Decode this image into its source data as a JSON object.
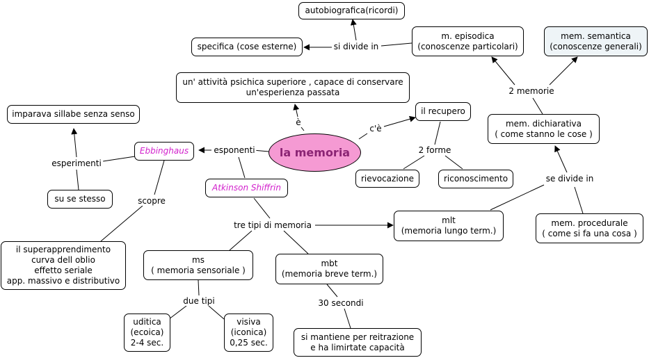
{
  "center": "la memoria",
  "nodes": {
    "autobiografica": "autobiografica(ricordi)",
    "specifica": "specifica (cose esterne)",
    "episodica": "m. episodica\n(conoscenze particolari)",
    "semantica": "mem. semantica\n(conoscenze generali)",
    "attivita": "un' attività psichica superiore , capace di conservare\nun'esperienza passata",
    "recupero": "il recupero",
    "imparava": "imparava sillabe senza senso",
    "ebbinghaus": "Ebbinghaus",
    "dichiarativa": "mem. dichiarativa\n( come stanno le cose )",
    "rievocazione": "rievocazione",
    "riconoscimento": "riconoscimento",
    "atkinson": "Atkinson Shiffrin",
    "stesso": "su se stesso",
    "mlt": "mlt\n(memoria lungo term.)",
    "procedurale": "mem. procedurale\n( come si fa una cosa )",
    "superapprendimento": "il superapprendimento\ncurva dell oblio\neffetto seriale\napp. massivo e distributivo",
    "ms": "ms\n( memoria sensoriale )",
    "mbt": "mbt\n(memoria breve term.)",
    "uditica": "uditica\n(ecoica)\n2-4 sec.",
    "visiva": "visiva\n(iconica)\n0,25 sec.",
    "reitrazione": "si mantiene per reitrazione\ne ha limirtate capacità"
  },
  "labels": {
    "si_divide_in": "si divide in",
    "due_memorie": "2 memorie",
    "e": "è",
    "ce": "c'è",
    "due_forme": "2 forme",
    "esperimenti": "esperimenti",
    "esponenti": "esponenti",
    "se_divide_in": "se divide in",
    "scopre": "scopre",
    "tre_tipi": "tre tipi di memoria",
    "due_tipi": "due tipi",
    "trenta_secondi": "30 secondi"
  },
  "colors": {
    "center_fill": "#f59ad3",
    "center_text": "#8b2474",
    "person_text": "#d21fcc",
    "shaded_fill": "#eef4f7"
  }
}
